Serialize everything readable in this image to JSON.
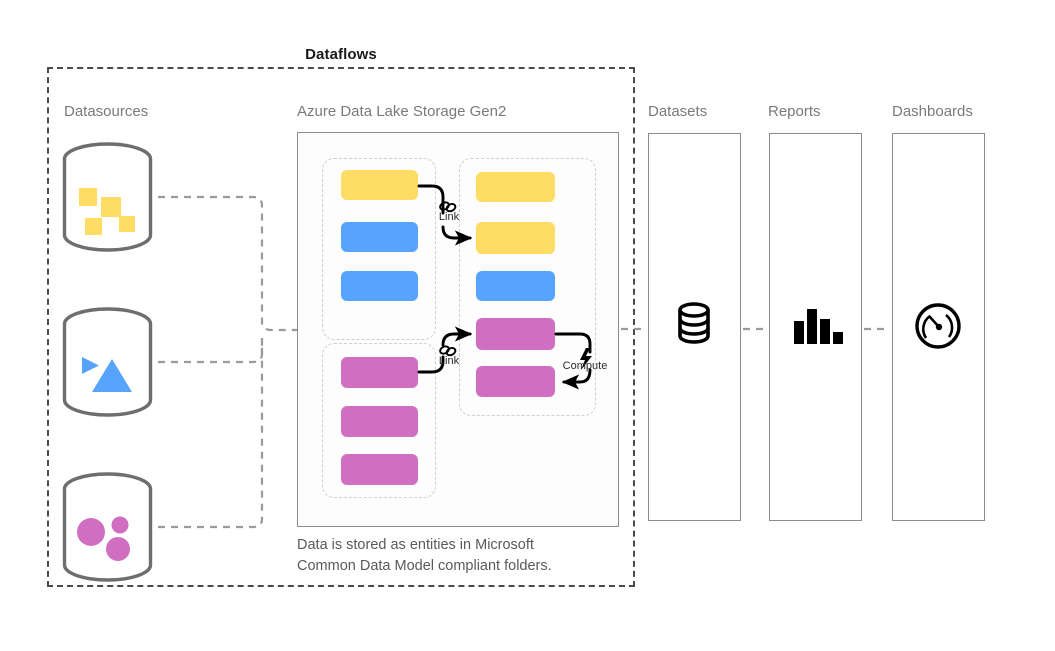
{
  "diagram": {
    "title": "Dataflows",
    "caption_line1": "Data is stored as entities in Microsoft",
    "caption_line2": "Common Data Model compliant folders.",
    "colors": {
      "yellow": "#ffdc64",
      "blue": "#57a4fc",
      "pink": "#d06fc2",
      "outline_gray": "#8c8c8c",
      "dashed_gray": "#cfcfcf",
      "boundary_dark": "#4a4a4a",
      "heading_gray": "#7a7a7a"
    }
  },
  "columns": {
    "datasources": {
      "label": "Datasources"
    },
    "lake": {
      "label": "Azure Data Lake Storage Gen2"
    },
    "datasets": {
      "label": "Datasets",
      "icon": "database-icon"
    },
    "reports": {
      "label": "Reports",
      "icon": "bar-chart-icon"
    },
    "dashboards": {
      "label": "Dashboards",
      "icon": "gauge-icon"
    }
  },
  "datasources": [
    {
      "name": "datasource-cylinder-yellow",
      "icon": "cylinder-icon",
      "content": "four yellow squares",
      "color": "#ffdc64"
    },
    {
      "name": "datasource-cylinder-blue",
      "icon": "cylinder-icon",
      "content": "two blue triangles",
      "color": "#57a4fc"
    },
    {
      "name": "datasource-cylinder-pink",
      "icon": "cylinder-icon",
      "content": "three pink circles",
      "color": "#d06fc2"
    }
  ],
  "lake_groups": {
    "source_top": {
      "name": "source-group-top",
      "blocks": [
        {
          "color": "yellow"
        },
        {
          "color": "blue"
        },
        {
          "color": "blue"
        }
      ]
    },
    "source_bottom": {
      "name": "source-group-bottom",
      "blocks": [
        {
          "color": "pink"
        },
        {
          "color": "pink"
        },
        {
          "color": "pink"
        }
      ]
    },
    "entities": {
      "name": "entity-group",
      "blocks": [
        {
          "color": "yellow"
        },
        {
          "color": "yellow"
        },
        {
          "color": "blue"
        },
        {
          "color": "pink"
        },
        {
          "color": "pink"
        }
      ]
    }
  },
  "annotations": {
    "link_1": {
      "label": "Link",
      "icon": "chain-link-icon"
    },
    "link_2": {
      "label": "Link",
      "icon": "chain-link-icon"
    },
    "compute": {
      "label": "Compute",
      "icon": "lightning-bolt-icon"
    }
  }
}
